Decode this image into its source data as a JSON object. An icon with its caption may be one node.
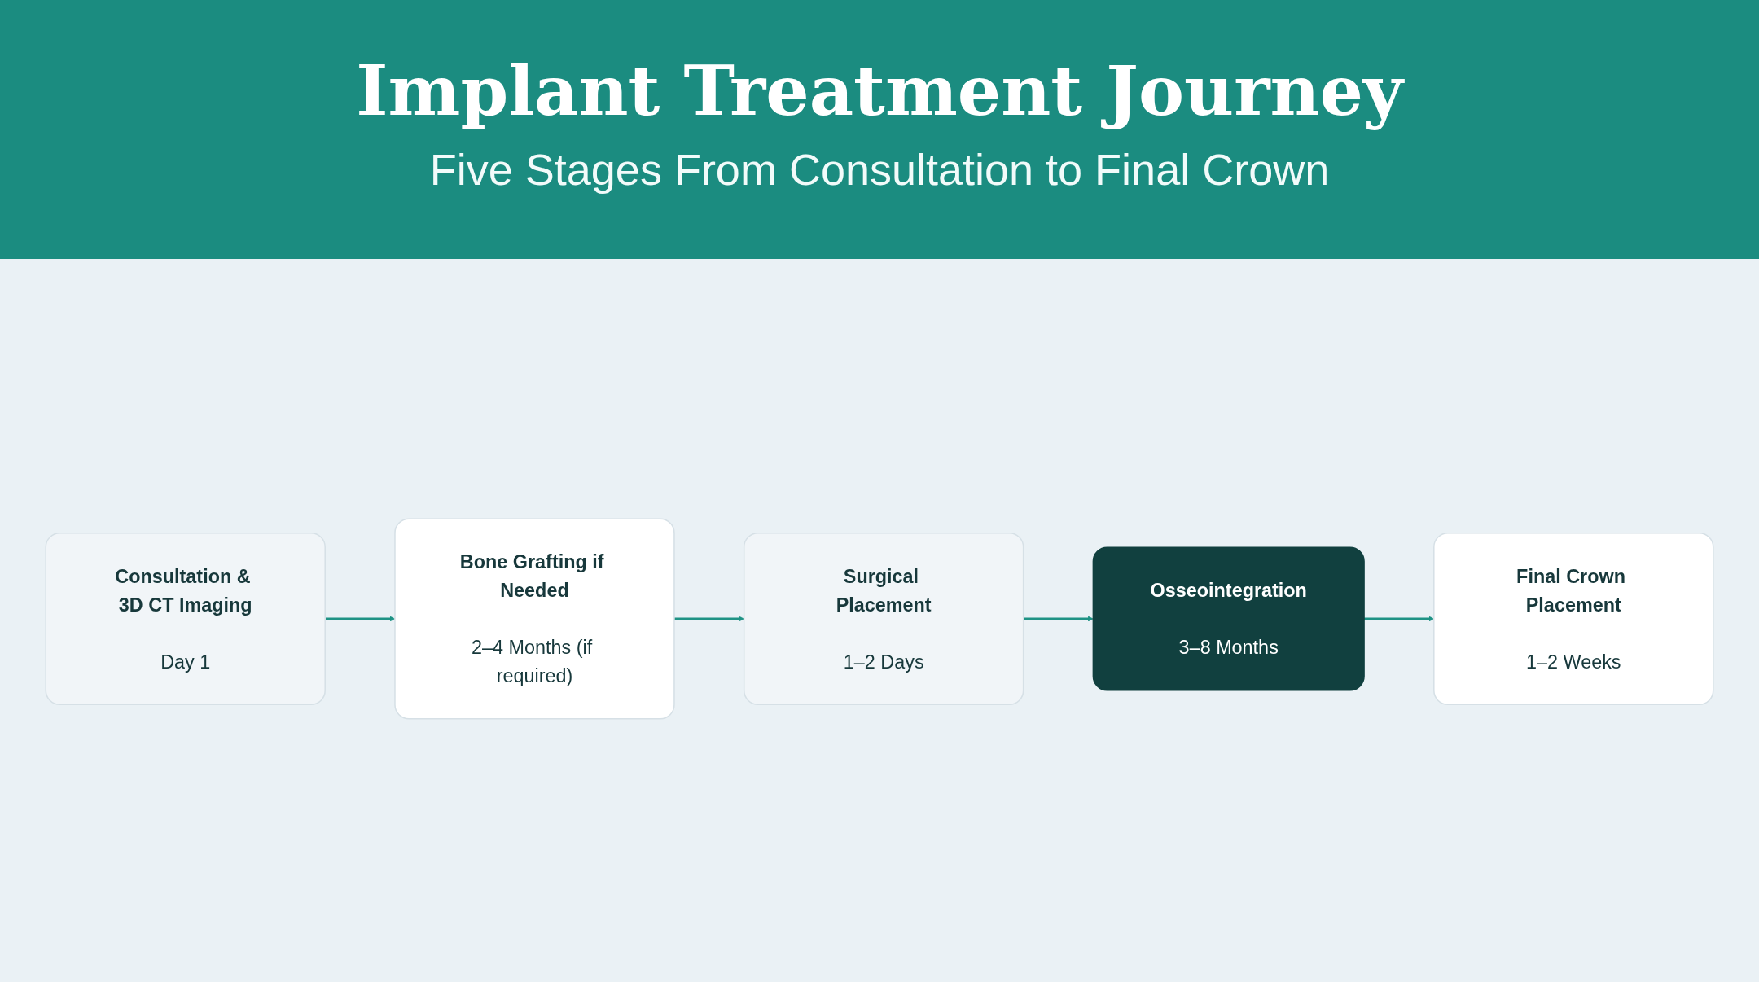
{
  "diagram": {
    "title": "Implant Treatment Journey",
    "nodes": [
      {
        "text": [
          "Consultation & 3D CT Imaging",
          "Day 1"
        ]
      },
      {
        "text": [
          "Bone Grafting if Needed",
          "2–4 Months (if required)"
        ]
      },
      {
        "text": [
          "Surgical Placement",
          "1–2 Days"
        ]
      },
      {
        "text": [
          "Osseointegration",
          "3–8 Months"
        ]
      },
      {
        "text": [
          "Final Crown Placement",
          "1–2 Weeks"
        ]
      }
    ],
    "edges": [
      {
        "from": 0,
        "to": 1,
        "arrow": "to"
      },
      {
        "from": 1,
        "to": 2,
        "arrow": "to"
      },
      {
        "from": 2,
        "to": 3,
        "arrow": "to"
      },
      {
        "from": 3,
        "to": 4,
        "arrow": "to"
      }
    ],
    "labels": [
      "Five Stages From Consultation to Final Crown"
    ]
  }
}
